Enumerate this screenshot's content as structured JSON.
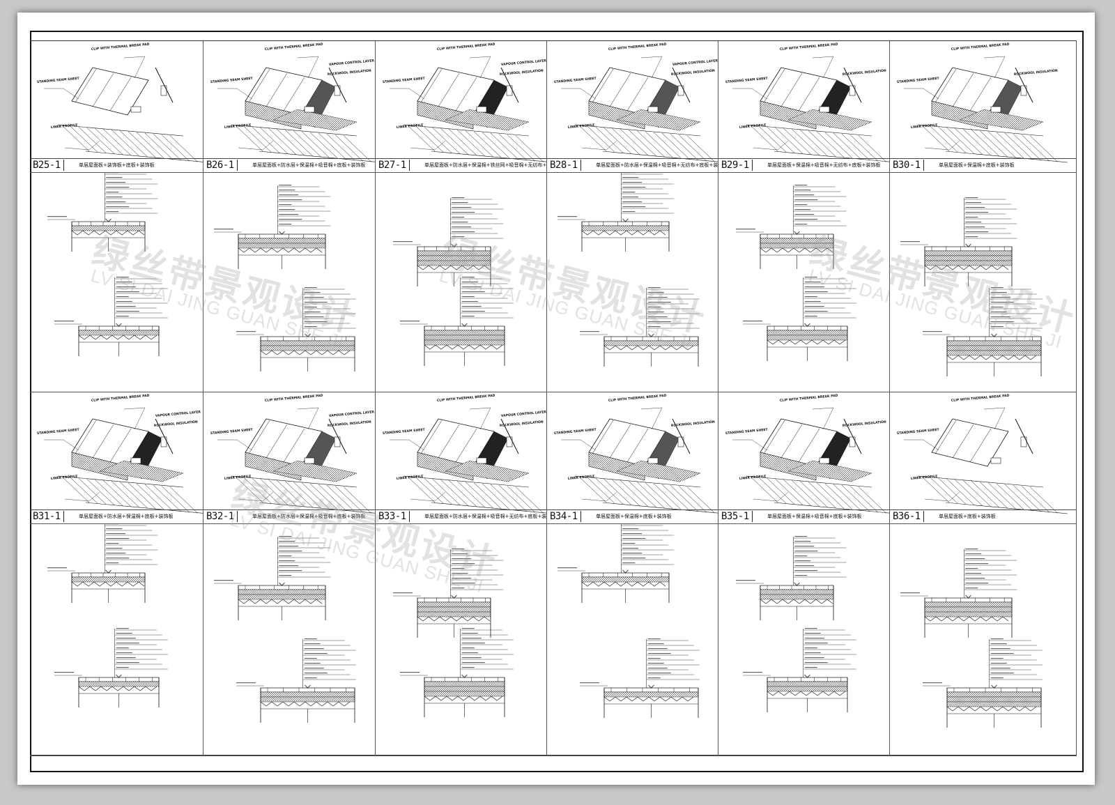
{
  "sheet": {
    "upper_details": [
      {
        "code": "B25-1",
        "title": "单层屋面板+装饰板+底板+装饰板",
        "callouts": [
          "CLIP WITH THERMAL BREAK PAD",
          "STANDING SEAM SHEET",
          "LINER PROFILE"
        ]
      },
      {
        "code": "B26-1",
        "title": "单层屋面板+防水层+保温棉+吸音棉+底板+装饰板",
        "callouts": [
          "CLIP WITH THERMAL BREAK PAD",
          "STANDING SEAM SHEET",
          "VAPOUR CONTROL LAYER",
          "ROCKWOOL INSULATION",
          "LINER PROFILE"
        ]
      },
      {
        "code": "B27-1",
        "title": "单层屋面板+防水层+保温棉+铁丝网+吸音棉+无纺布+底板+装饰板",
        "callouts": [
          "CLIP WITH THERMAL BREAK PAD",
          "STANDING SEAM SHEET",
          "VAPOUR CONTROL LAYER",
          "ROCKWOOL INSULATION",
          "LINER PROFILE"
        ]
      },
      {
        "code": "B28-1",
        "title": "单层屋面板+防水层+保温棉+吸音棉+无纺布+底板+装饰板",
        "callouts": [
          "CLIP WITH THERMAL BREAK PAD",
          "STANDING SEAM SHEET",
          "VAPOUR CONTROL LAYER",
          "ROCKWOOL INSULATION",
          "LINER PROFILE"
        ]
      },
      {
        "code": "B29-1",
        "title": "单层屋面板+保温棉+吸音棉+无纺布+底板+装饰板",
        "callouts": [
          "CLIP WITH THERMAL BREAK PAD",
          "STANDING SEAM SHEET",
          "ROCKWOOL INSULATION",
          "LINER PROFILE"
        ]
      },
      {
        "code": "B30-1",
        "title": "单层屋面板+保温棉+底板+装饰板",
        "callouts": [
          "CLIP WITH THERMAL BREAK PAD",
          "STANDING SEAM SHEET",
          "ROCKWOOL INSULATION",
          "LINER PROFILE"
        ]
      }
    ],
    "lower_details": [
      {
        "code": "B31-1",
        "title": "单层屋面板+防水层+保温棉+底板+装饰板",
        "callouts": [
          "CLIP WITH THERMAL BREAK PAD",
          "STANDING SEAM SHEET",
          "VAPOUR CONTROL LAYER",
          "ROCKWOOL INSULATION",
          "LINER PROFILE"
        ]
      },
      {
        "code": "B32-1",
        "title": "单层屋面板+防水层+保温棉+吸音棉+底板+装饰板",
        "callouts": [
          "CLIP WITH THERMAL BREAK PAD",
          "STANDING SEAM SHEET",
          "VAPOUR CONTROL LAYER",
          "ROCKWOOL INSULATION",
          "LINER PROFILE"
        ]
      },
      {
        "code": "B33-1",
        "title": "单层屋面板+防水层+保温棉+吸音棉+无纺布+底板+装饰板",
        "callouts": [
          "CLIP WITH THERMAL BREAK PAD",
          "STANDING SEAM SHEET",
          "VAPOUR CONTROL LAYER",
          "ROCKWOOL INSULATION",
          "LINER PROFILE"
        ]
      },
      {
        "code": "B34-1",
        "title": "单层屋面板+保温棉+底板+装饰板",
        "callouts": [
          "CLIP WITH THERMAL BREAK PAD",
          "STANDING SEAM SHEET",
          "ROCKWOOL INSULATION",
          "LINER PROFILE"
        ]
      },
      {
        "code": "B35-1",
        "title": "单层屋面板+保温棉+吸音棉+底板+装饰板",
        "callouts": [
          "CLIP WITH THERMAL BREAK PAD",
          "STANDING SEAM SHEET",
          "ROCKWOOL INSULATION",
          "LINER PROFILE"
        ]
      },
      {
        "code": "B36-1",
        "title": "单层屋面板+底板+装饰板",
        "callouts": [
          "CLIP WITH THERMAL BREAK PAD",
          "STANDING SEAM SHEET",
          "LINER PROFILE"
        ]
      }
    ],
    "watermarks": [
      {
        "cn": "绿丝带景观设计",
        "en": "LV SI DAI JING GUAN SHE JI"
      },
      {
        "cn": "绿丝带景观设计",
        "en": "LV SI DAI JING GUAN SHE JI"
      },
      {
        "cn": "绿丝带景观设计",
        "en": "LV SI DAI JING GUAN SHE JI"
      },
      {
        "cn": "绿丝带景观设计",
        "en": "LV SI DAI JING GUAN SHE JI"
      }
    ]
  }
}
